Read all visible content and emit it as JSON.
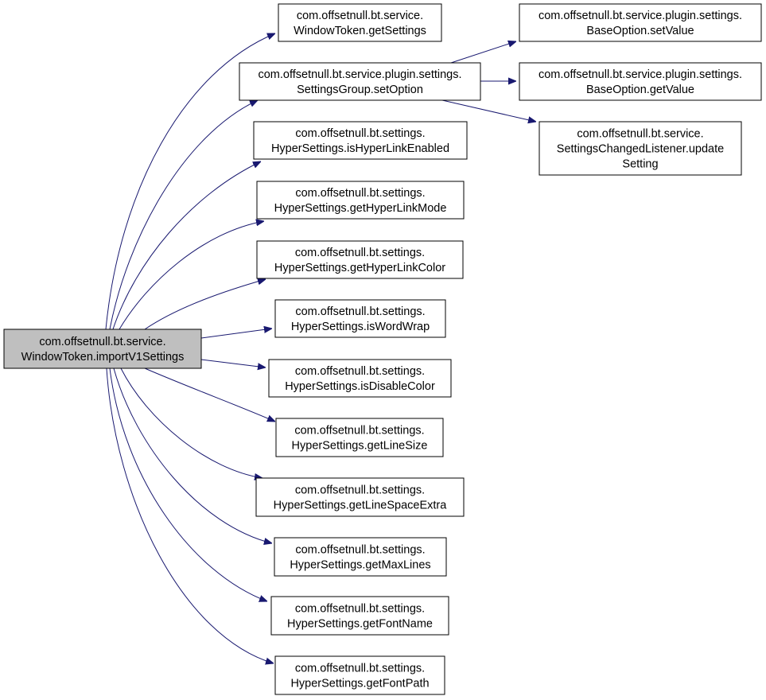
{
  "colors": {
    "edge": "#191970",
    "root_fill": "#bfbfbf",
    "node_fill": "#ffffff",
    "border": "#000000"
  },
  "nodes": {
    "root": [
      "com.offsetnull.bt.service.",
      "WindowToken.importV1Settings"
    ],
    "getSettings": [
      "com.offsetnull.bt.service.",
      "WindowToken.getSettings"
    ],
    "setOption": [
      "com.offsetnull.bt.service.plugin.settings.",
      "SettingsGroup.setOption"
    ],
    "setValue": [
      "com.offsetnull.bt.service.plugin.settings.",
      "BaseOption.setValue"
    ],
    "getValue": [
      "com.offsetnull.bt.service.plugin.settings.",
      "BaseOption.getValue"
    ],
    "updateSetting": [
      "com.offsetnull.bt.service.",
      "SettingsChangedListener.update",
      "Setting"
    ],
    "isHyperLinkEnabled": [
      "com.offsetnull.bt.settings.",
      "HyperSettings.isHyperLinkEnabled"
    ],
    "getHyperLinkMode": [
      "com.offsetnull.bt.settings.",
      "HyperSettings.getHyperLinkMode"
    ],
    "getHyperLinkColor": [
      "com.offsetnull.bt.settings.",
      "HyperSettings.getHyperLinkColor"
    ],
    "isWordWrap": [
      "com.offsetnull.bt.settings.",
      "HyperSettings.isWordWrap"
    ],
    "isDisableColor": [
      "com.offsetnull.bt.settings.",
      "HyperSettings.isDisableColor"
    ],
    "getLineSize": [
      "com.offsetnull.bt.settings.",
      "HyperSettings.getLineSize"
    ],
    "getLineSpaceExtra": [
      "com.offsetnull.bt.settings.",
      "HyperSettings.getLineSpaceExtra"
    ],
    "getMaxLines": [
      "com.offsetnull.bt.settings.",
      "HyperSettings.getMaxLines"
    ],
    "getFontName": [
      "com.offsetnull.bt.settings.",
      "HyperSettings.getFontName"
    ],
    "getFontPath": [
      "com.offsetnull.bt.settings.",
      "HyperSettings.getFontPath"
    ]
  },
  "edges": [
    [
      "root",
      "getSettings"
    ],
    [
      "root",
      "setOption"
    ],
    [
      "root",
      "isHyperLinkEnabled"
    ],
    [
      "root",
      "getHyperLinkMode"
    ],
    [
      "root",
      "getHyperLinkColor"
    ],
    [
      "root",
      "isWordWrap"
    ],
    [
      "root",
      "isDisableColor"
    ],
    [
      "root",
      "getLineSize"
    ],
    [
      "root",
      "getLineSpaceExtra"
    ],
    [
      "root",
      "getMaxLines"
    ],
    [
      "root",
      "getFontName"
    ],
    [
      "root",
      "getFontPath"
    ],
    [
      "setOption",
      "setValue"
    ],
    [
      "setOption",
      "getValue"
    ],
    [
      "setOption",
      "updateSetting"
    ]
  ]
}
